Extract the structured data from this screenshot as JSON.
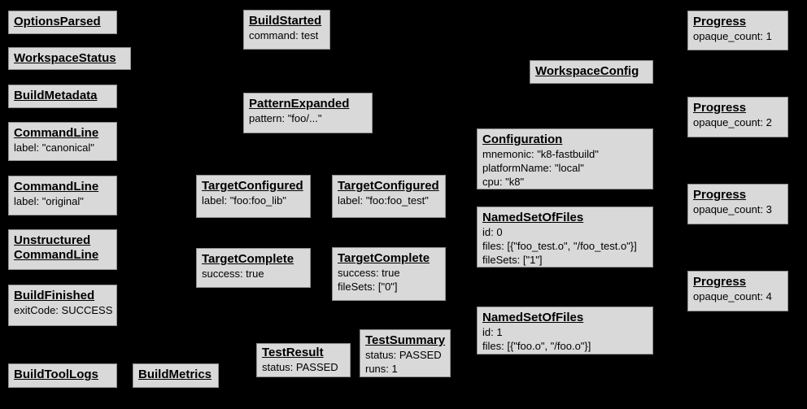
{
  "canvas": {
    "background_color": "#000000",
    "node_fill_color": "#d9d9d9",
    "node_border_color": "#8f8f8f",
    "text_color": "#000000"
  },
  "nodes": [
    {
      "title": [
        "OptionsParsed"
      ],
      "body": []
    },
    {
      "title": [
        "WorkspaceStatus"
      ],
      "body": []
    },
    {
      "title": [
        "BuildMetadata"
      ],
      "body": []
    },
    {
      "title": [
        "CommandLine"
      ],
      "body": [
        "label: \"canonical\""
      ]
    },
    {
      "title": [
        "CommandLine"
      ],
      "body": [
        "label: \"original\""
      ]
    },
    {
      "title": [
        "Unstructured",
        "CommandLine"
      ],
      "body": []
    },
    {
      "title": [
        "BuildFinished"
      ],
      "body": [
        "exitCode: SUCCESS"
      ]
    },
    {
      "title": [
        "BuildToolLogs"
      ],
      "body": []
    },
    {
      "title": [
        "BuildMetrics"
      ],
      "body": []
    },
    {
      "title": [
        "BuildStarted"
      ],
      "body": [
        "command: test"
      ]
    },
    {
      "title": [
        "PatternExpanded"
      ],
      "body": [
        "pattern: \"foo/...\""
      ]
    },
    {
      "title": [
        "TargetConfigured"
      ],
      "body": [
        "label: \"foo:foo_lib\""
      ]
    },
    {
      "title": [
        "TargetConfigured"
      ],
      "body": [
        "label: \"foo:foo_test\""
      ]
    },
    {
      "title": [
        "TargetComplete"
      ],
      "body": [
        "success: true"
      ]
    },
    {
      "title": [
        "TargetComplete"
      ],
      "body": [
        "success: true",
        "fileSets: [\"0\"]"
      ]
    },
    {
      "title": [
        "TestResult"
      ],
      "body": [
        "status: PASSED"
      ]
    },
    {
      "title": [
        "TestSummary"
      ],
      "body": [
        "status: PASSED",
        "runs: 1"
      ]
    },
    {
      "title": [
        "WorkspaceConfig"
      ],
      "body": []
    },
    {
      "title": [
        "Configuration"
      ],
      "body": [
        "mnemonic: \"k8-fastbuild\"",
        "platformName: \"local\"",
        "cpu: \"k8\""
      ]
    },
    {
      "title": [
        "NamedSetOfFiles"
      ],
      "body": [
        "id: 0",
        "files: [{\"foo_test.o\", \"/foo_test.o\"}]",
        "fileSets: [\"1\"]"
      ]
    },
    {
      "title": [
        "NamedSetOfFiles"
      ],
      "body": [
        "id: 1",
        "files: [{\"foo.o\", \"/foo.o\"}]"
      ]
    },
    {
      "title": [
        "Progress"
      ],
      "body": [
        "opaque_count: 1"
      ]
    },
    {
      "title": [
        "Progress"
      ],
      "body": [
        "opaque_count: 2"
      ]
    },
    {
      "title": [
        "Progress"
      ],
      "body": [
        "opaque_count: 3"
      ]
    },
    {
      "title": [
        "Progress"
      ],
      "body": [
        "opaque_count: 4"
      ]
    }
  ]
}
